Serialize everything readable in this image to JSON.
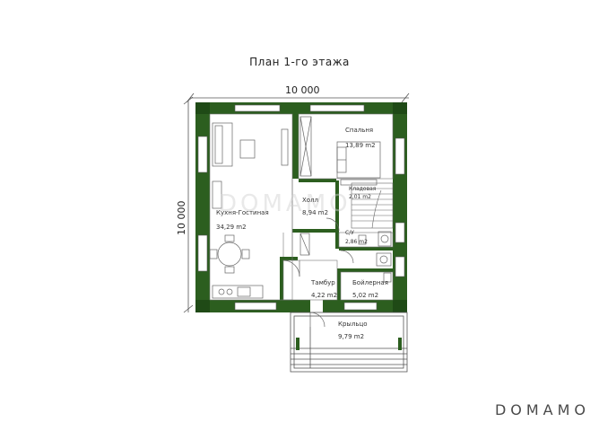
{
  "title": "План 1-го этажа",
  "dimensions": {
    "width": "10 000",
    "height": "10 000"
  },
  "rooms": [
    {
      "name": "Спальня",
      "area": "13,89 m2"
    },
    {
      "name": "Кухня-Гостиная",
      "area": "34,29 m2"
    },
    {
      "name": "Холл",
      "area": "8,94 m2"
    },
    {
      "name": "Кладовая",
      "area": "2,01 m2"
    },
    {
      "name": "С/У",
      "area": "2,86 m2"
    },
    {
      "name": "Тамбур",
      "area": "4,22 m2"
    },
    {
      "name": "Бойлерная",
      "area": "5,02 m2"
    },
    {
      "name": "Крыльцо",
      "area": "9,79 m2"
    }
  ],
  "watermark": "DOMAMO",
  "brand": "DOMAMO",
  "colors": {
    "wall": "#2c5e1f",
    "line": "#555555"
  }
}
